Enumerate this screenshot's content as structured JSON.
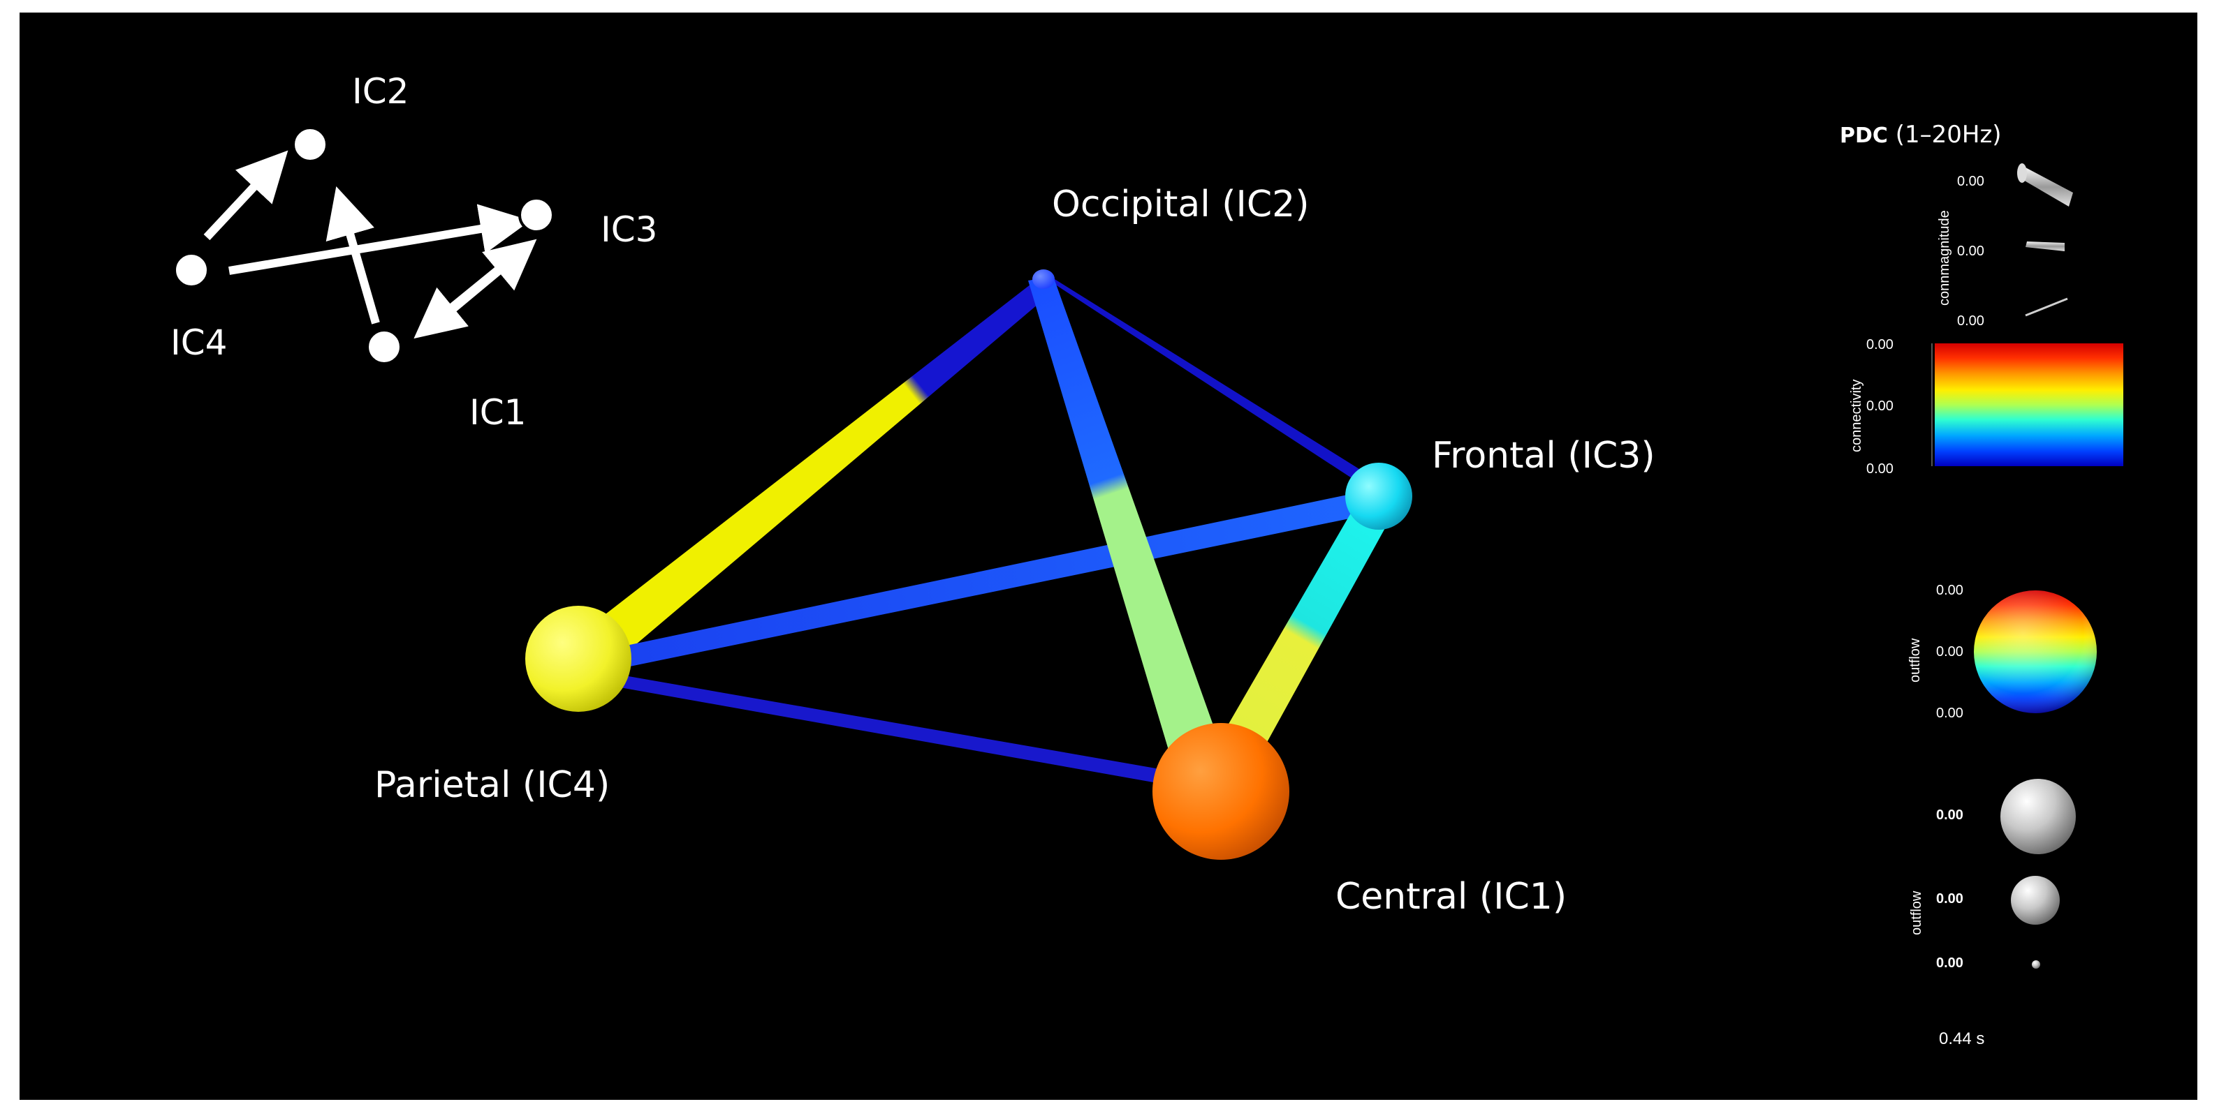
{
  "inset": {
    "nodes": [
      {
        "id": "IC2",
        "label": "IC2"
      },
      {
        "id": "IC3",
        "label": "IC3"
      },
      {
        "id": "IC4",
        "label": "IC4"
      },
      {
        "id": "IC1",
        "label": "IC1"
      }
    ],
    "edges": [
      {
        "from": "IC4",
        "to": "IC2"
      },
      {
        "from": "IC1",
        "to": "IC2"
      },
      {
        "from": "IC4",
        "to": "IC3"
      },
      {
        "from": "IC1",
        "to": "IC3"
      },
      {
        "from": "IC3",
        "to": "IC1"
      }
    ]
  },
  "network": {
    "nodes": [
      {
        "id": "occipital",
        "label": "Occipital (IC2)",
        "color": "#1a3cff"
      },
      {
        "id": "frontal",
        "label": "Frontal (IC3)",
        "color": "#16d9f2"
      },
      {
        "id": "parietal",
        "label": "Parietal (IC4)",
        "color": "#f2f22a"
      },
      {
        "id": "central",
        "label": "Central (IC1)",
        "color": "#ff7a0a"
      }
    ],
    "edges": [
      {
        "from": "parietal",
        "to": "occipital",
        "colors": [
          "#f0f000",
          "#1515d0"
        ]
      },
      {
        "from": "occipital",
        "to": "central",
        "colors": [
          "#1f5cff",
          "#a4f28a"
        ]
      },
      {
        "from": "occipital",
        "to": "frontal",
        "colors": [
          "#1212c8",
          "#1212c8"
        ]
      },
      {
        "from": "parietal",
        "to": "frontal",
        "colors": [
          "#1a4cf5",
          "#1f66ff"
        ]
      },
      {
        "from": "parietal",
        "to": "central",
        "colors": [
          "#1818cc",
          "#1818cc"
        ]
      },
      {
        "from": "frontal",
        "to": "central",
        "colors": [
          "#1ef0ea",
          "#e8f23c"
        ]
      }
    ]
  },
  "legend": {
    "title_bold": "PDC",
    "title_rest": " (1–20Hz)",
    "connmagnitude": {
      "label": "connmagnitude",
      "ticks": [
        "0.00",
        "0.00",
        "0.00"
      ]
    },
    "connectivity": {
      "label": "connectivity",
      "ticks": [
        "0.00",
        "0.00",
        "0.00"
      ]
    },
    "outflow_color": {
      "label": "outflow",
      "ticks": [
        "0.00",
        "0.00",
        "0.00"
      ]
    },
    "outflow_size": {
      "label": "outflow",
      "ticks": [
        "0.00",
        "0.00",
        "0.00"
      ]
    },
    "time": "0.44 s"
  }
}
